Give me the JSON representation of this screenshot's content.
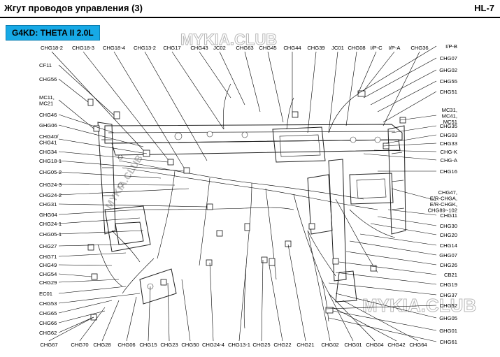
{
  "header": {
    "title": "Жгут проводов управления (3)",
    "page_code": "HL-7"
  },
  "engine_badge": "G4KD: THETA II 2.0L",
  "watermark": "MYKIA.CLUB",
  "labels": {
    "top": [
      "CHG18-2",
      "CHG18-3",
      "CHG18-4",
      "CHG13-2",
      "CHG17",
      "CHG43",
      "JC02",
      "CHG63",
      "CHG45",
      "CHG44",
      "CHG39",
      "JC01",
      "CHG08",
      "I/P-C",
      "I/P-A",
      "CHG36"
    ],
    "left": [
      "CF11",
      "CHG56",
      "MC11,\nMC21",
      "CHG46",
      "GHG06",
      "CHG40/\nCHG41",
      "CHG34",
      "CHG18-1",
      "CHG05-2",
      "CHG24-3",
      "CHG24-2",
      "CHG31",
      "GHG04",
      "CHG24-1",
      "CHG05-1",
      "CHG27",
      "CHG71",
      "CHG49",
      "CHG54",
      "CHG29",
      "EC01",
      "CHG53",
      "CHG65",
      "CHG66",
      "CHG62"
    ],
    "right": [
      "I/P-B",
      "CHG07",
      "GHG02",
      "CHG55",
      "CHG51",
      "MC31,\nMC41,\nMC51",
      "CHG35",
      "CHG03",
      "CHG33",
      "CHG-K",
      "CHG-A",
      "CHG16",
      "CHG47,\nE/R-CHGA,\nE/R-CHGK,\nCHG89~102",
      "CHG11",
      "CHG30",
      "CHG20",
      "CHG14",
      "GHG07",
      "CHG26",
      "CB21",
      "CHG19",
      "CHG37",
      "CHG52",
      "GHG05",
      "GHG01",
      "CHG61"
    ],
    "bottom": [
      "CHG67",
      "CHG70",
      "CHG28",
      "CHG06",
      "CHG15",
      "CHG23",
      "CHG50",
      "CHG24-4",
      "CHG13-1",
      "CHG25",
      "CHG22",
      "CHG21",
      "CHG02",
      "CHG01",
      "CHG04",
      "CHG42",
      "CHG64"
    ]
  }
}
